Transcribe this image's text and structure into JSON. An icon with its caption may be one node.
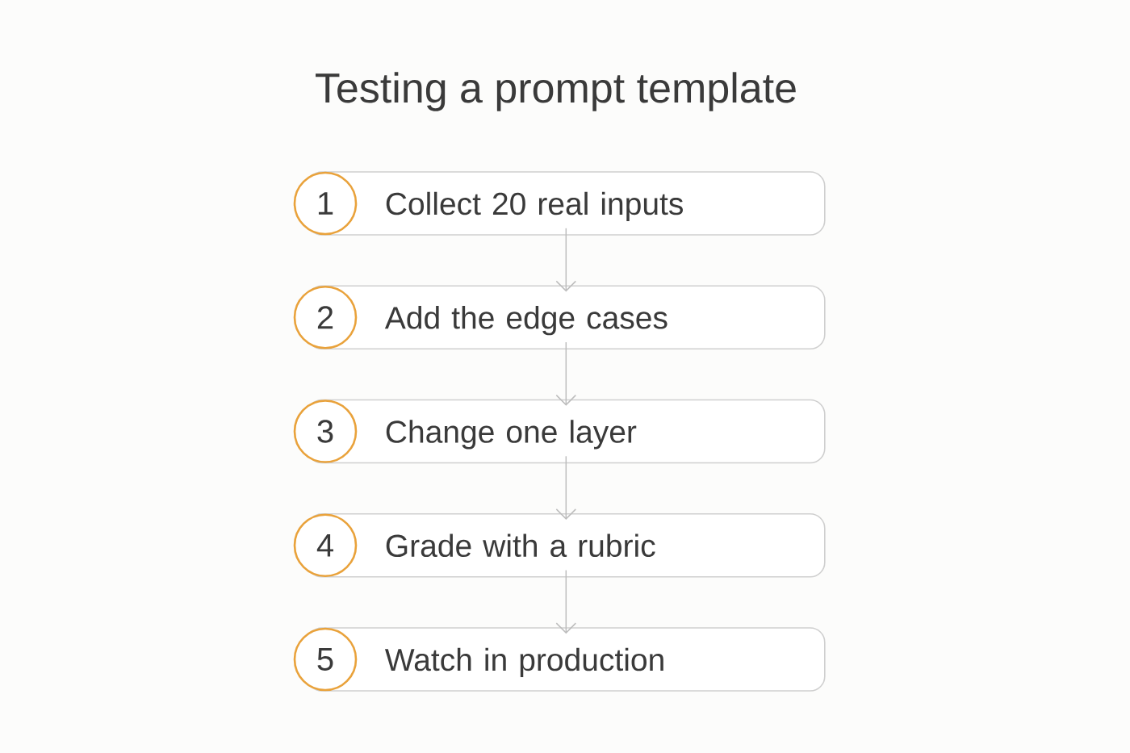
{
  "diagram": {
    "title": "Testing a prompt template",
    "nodes": [
      {
        "text": [
          "1"
        ]
      },
      {
        "text": [
          "Collect 20 real inputs"
        ]
      },
      {
        "text": [
          "2"
        ]
      },
      {
        "text": [
          "Add the edge cases"
        ]
      },
      {
        "text": [
          "3"
        ]
      },
      {
        "text": [
          "Change one layer"
        ]
      },
      {
        "text": [
          "4"
        ]
      },
      {
        "text": [
          "Grade with a rubric"
        ]
      },
      {
        "text": [
          "5"
        ]
      },
      {
        "text": [
          "Watch in production"
        ]
      }
    ],
    "edges": [
      {
        "from": 1,
        "to": 3,
        "arrow": "to"
      },
      {
        "from": 3,
        "to": 5,
        "arrow": "to"
      },
      {
        "from": 5,
        "to": 7,
        "arrow": "to"
      },
      {
        "from": 7,
        "to": 9,
        "arrow": "to"
      }
    ]
  }
}
